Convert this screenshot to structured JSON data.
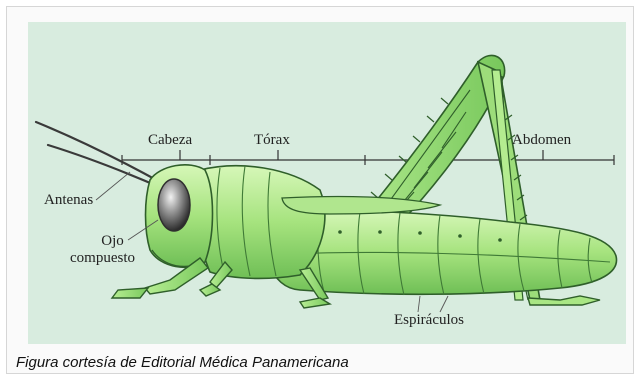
{
  "figure": {
    "labels": {
      "head": "Cabeza",
      "thorax": "Tórax",
      "abdomen": "Abdomen",
      "antennae": "Antenas",
      "eye_line1": "Ojo",
      "eye_line2": "compuesto",
      "spiracles": "Espiráculos"
    },
    "caption": "Figura cortesía de Editorial Médica Panamericana",
    "colors": {
      "background": "#d8ecdf",
      "body_light": "#c9f2a8",
      "body_mid": "#8fd96b",
      "body_dark": "#5aa84a",
      "outline": "#2f5f2a"
    }
  }
}
